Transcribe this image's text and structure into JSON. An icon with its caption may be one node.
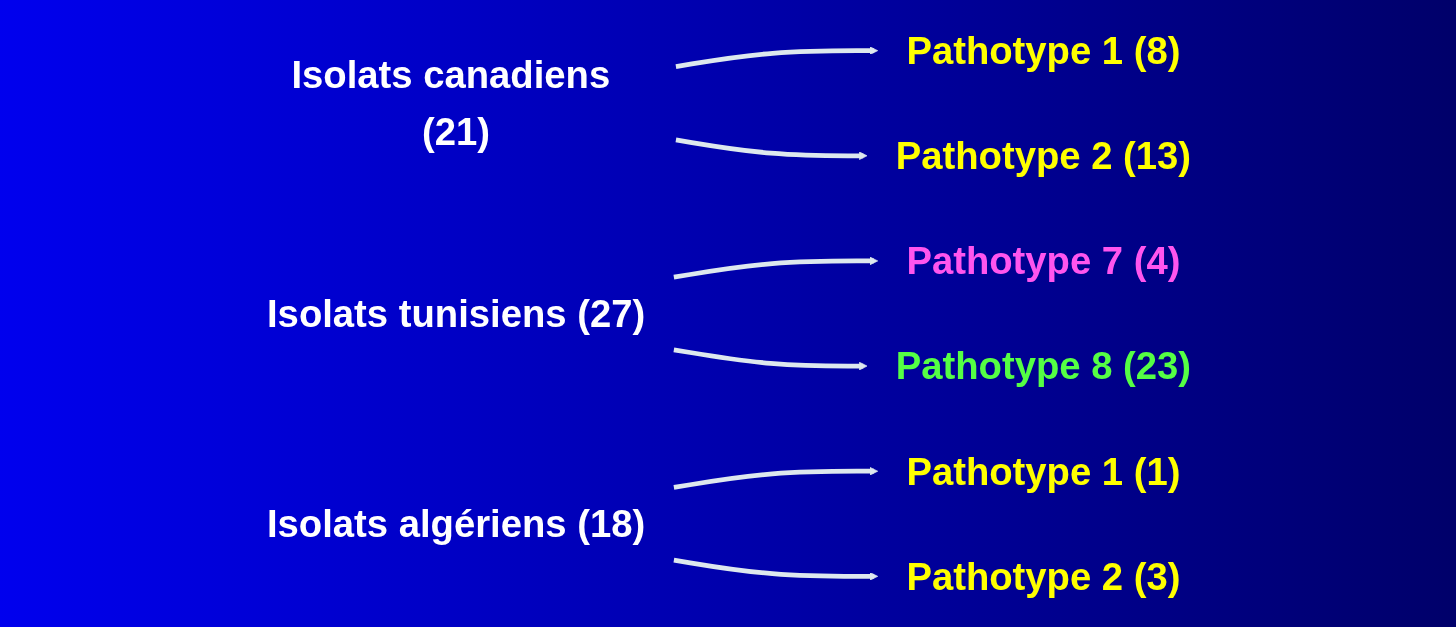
{
  "diagram": {
    "nodes": [
      {
        "text": [
          "Isolats canadiens (21)"
        ]
      },
      {
        "text": [
          "Pathotype 1 (8)"
        ]
      },
      {
        "text": [
          "Pathotype 2 (13)"
        ]
      },
      {
        "text": [
          "Isolats tunisiens (27)"
        ]
      },
      {
        "text": [
          "Pathotype 7 (4)"
        ]
      },
      {
        "text": [
          "Pathotype 8 (23)"
        ]
      },
      {
        "text": [
          "Isolats algériens (18)"
        ]
      },
      {
        "text": [
          "Pathotype 1 (1)"
        ]
      },
      {
        "text": [
          "Pathotype 2 (3)"
        ]
      }
    ],
    "edges": [
      {
        "from": 0,
        "to": 1,
        "arrow": "to"
      },
      {
        "from": 0,
        "to": 2,
        "arrow": "to"
      },
      {
        "from": 3,
        "to": 4,
        "arrow": "to"
      },
      {
        "from": 3,
        "to": 5,
        "arrow": "to"
      },
      {
        "from": 6,
        "to": 7,
        "arrow": "to"
      },
      {
        "from": 6,
        "to": 8,
        "arrow": "to"
      }
    ]
  }
}
